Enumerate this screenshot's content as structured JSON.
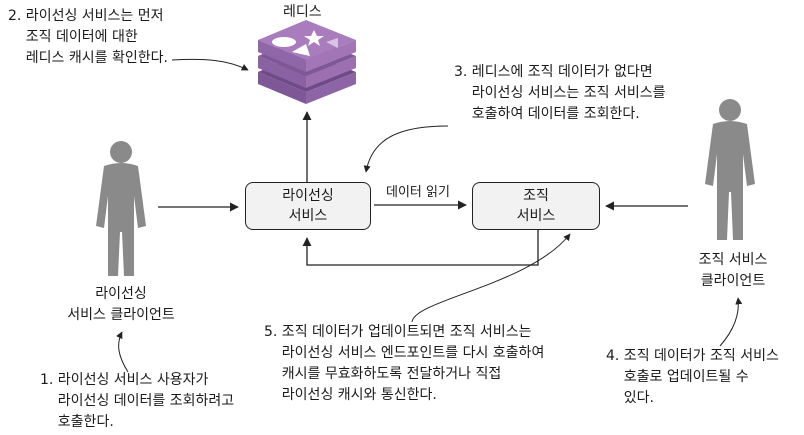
{
  "redis": {
    "label": "레디스",
    "color": "#9b6fb0",
    "color_dark": "#6e4a86"
  },
  "boxes": {
    "licensing": "라이선싱\n서비스",
    "organization": "조직\n서비스"
  },
  "edge_label": "데이터 읽기",
  "actors": {
    "left_label": "라이선싱\n서비스 클라이언트",
    "right_label": "조직 서비스\n클라이언트",
    "color": "#8a8a8a"
  },
  "notes": {
    "n1": "1. 라이선싱 서비스 사용자가\n    라이선싱 데이터를 조회하려고\n    호출한다.",
    "n2": "2. 라이선싱 서비스는 먼저\n    조직 데이터에 대한\n    레디스 캐시를 확인한다.",
    "n3": "3. 레디스에 조직 데이터가 없다면\n    라이선싱 서비스는 조직 서비스를\n    호출하여 데이터를 조회한다.",
    "n4": "4. 조직 데이터가 조직 서비스\n    호출로 업데이트될 수\n    있다.",
    "n5": "5. 조직 데이터가 업데이트되면 조직 서비스는\n    라이선싱 서비스 엔드포인트를 다시 호출하여\n    캐시를 무효화하도록 전달하거나 직접\n    라이선싱 캐시와 통신한다."
  }
}
